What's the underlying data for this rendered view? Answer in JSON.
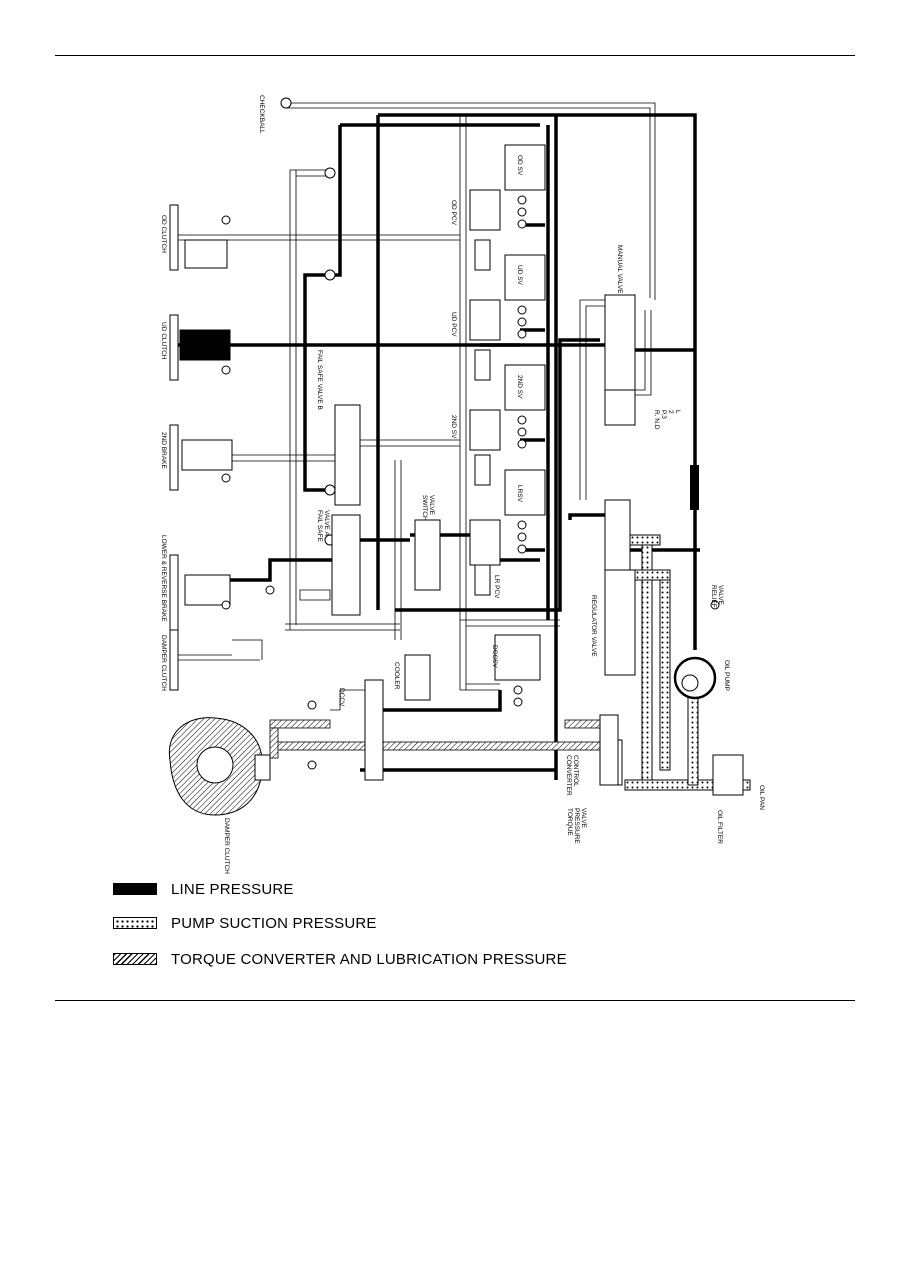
{
  "labels": {
    "checkball": "CHECKBALL",
    "od_clutch": "OD CLUTCH",
    "ud_clutch": "UD CLUTCH",
    "second_brake": "2ND BRAKE",
    "low_reverse_brake": "LOWER & REVERSE BRAKE",
    "damper_clutch_left": "DAMPER CLUTCH",
    "damper_clutch_bottom": "DAMPER CLUTCH",
    "fail_safe_valve_b": "FAIL SAFE VALVE B",
    "fail_safe_valve_a_1": "FAIL SAFE",
    "fail_safe_valve_a_2": "VALVE A",
    "switch_valve_1": "SWITCH",
    "switch_valve_2": "VALVE",
    "od_pcv": "OD PCV",
    "ud_pcv": "UD PCV",
    "second_sv_pcv": "2ND SV",
    "lr_pcv": "LR PCV",
    "od_sv": "OD SV",
    "ud_sv": "UD SV",
    "second_sv": "2ND SV",
    "lrsv": "LRSV",
    "dccsv": "DCCSV",
    "dccv": "DCCV",
    "cooler": "COOLER",
    "manual_valve": "MANUAL VALVE",
    "range_1": "R, N,D",
    "range_2": "P,3",
    "range_3": "2",
    "range_4": "L",
    "regulator_valve": "REGULATOR VALVE",
    "relief_valve_1": "RELIEF",
    "relief_valve_2": "VALVE",
    "oil_pump": "OIL PUMP",
    "converter_control_1": "CONVERTER",
    "converter_control_2": "CONTROL",
    "torque_pressure_valve_1": "TORQUE",
    "torque_pressure_valve_2": "PRESSURE",
    "torque_pressure_valve_3": "VALVE",
    "oil_filter": "OIL FILTER",
    "oil_pan": "OIL PAN"
  },
  "legend": {
    "line_pressure": "LINE PRESSURE",
    "pump_suction_pressure": "PUMP SUCTION PRESSURE",
    "torque_converter_lubrication_pressure": "TORQUE CONVERTER AND LUBRICATION PRESSURE"
  },
  "colors": {
    "ink": "#000000",
    "paper": "#ffffff"
  }
}
